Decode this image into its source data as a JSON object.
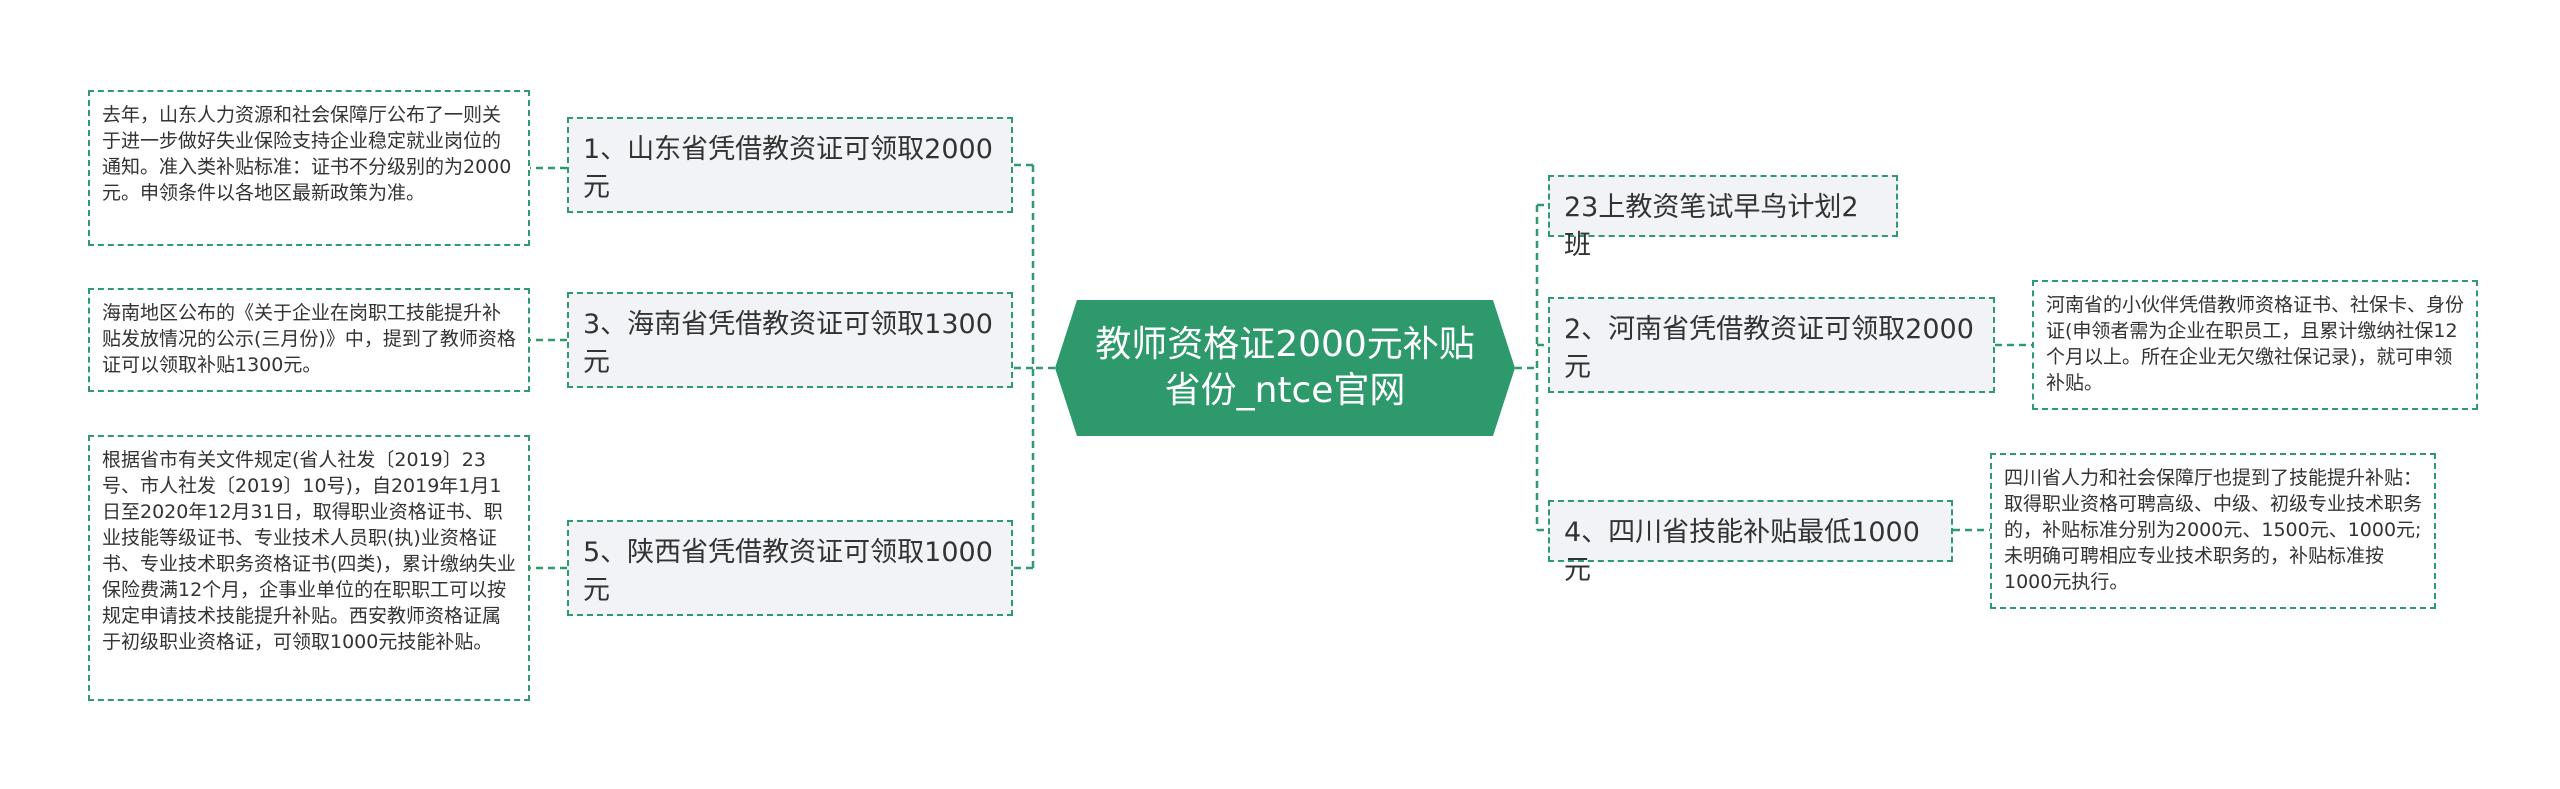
{
  "center": {
    "title": "教师资格证2000元补贴省份_ntce官网"
  },
  "left_branches": [
    {
      "label": "1、山东省凭借教资证可领取2000元",
      "detail": "去年，山东人力资源和社会保障厅公布了一则关于进一步做好失业保险支持企业稳定就业岗位的通知。准入类补贴标准：证书不分级别的为2000元。申领条件以各地区最新政策为准。"
    },
    {
      "label": "3、海南省凭借教资证可领取1300元",
      "detail": "海南地区公布的《关于企业在岗职工技能提升补贴发放情况的公示(三月份)》中，提到了教师资格证可以领取补贴1300元。"
    },
    {
      "label": "5、陕西省凭借教资证可领取1000元",
      "detail": "根据省市有关文件规定(省人社发〔2019〕23号、市人社发〔2019〕10号)，自2019年1月1日至2020年12月31日，取得职业资格证书、职业技能等级证书、专业技术人员职(执)业资格证书、专业技术职务资格证书(四类)，累计缴纳失业保险费满12个月，企事业单位的在职职工可以按规定申请技术技能提升补贴。西安教师资格证属于初级职业资格证，可领取1000元技能补贴。"
    }
  ],
  "right_branches": [
    {
      "label": "23上教资笔试早鸟计划2班"
    },
    {
      "label": "2、河南省凭借教资证可领取2000元",
      "detail": "河南省的小伙伴凭借教师资格证书、社保卡、身份证(申领者需为企业在职员工，且累计缴纳社保12个月以上。所在企业无欠缴社保记录)，就可申领补贴。"
    },
    {
      "label": "4、四川省技能补贴最低1000元",
      "detail": "四川省人力和社会保障厅也提到了技能提升补贴：取得职业资格可聘高级、中级、初级专业技术职务的，补贴标准分别为2000元、1500元、1000元;未明确可聘相应专业技术职务的，补贴标准按1000元执行。"
    }
  ],
  "colors": {
    "center_fill": "#2e9a6c",
    "connector": "#2f9a6d",
    "branch_fill": "#f1f3f6",
    "text": "#333333"
  }
}
